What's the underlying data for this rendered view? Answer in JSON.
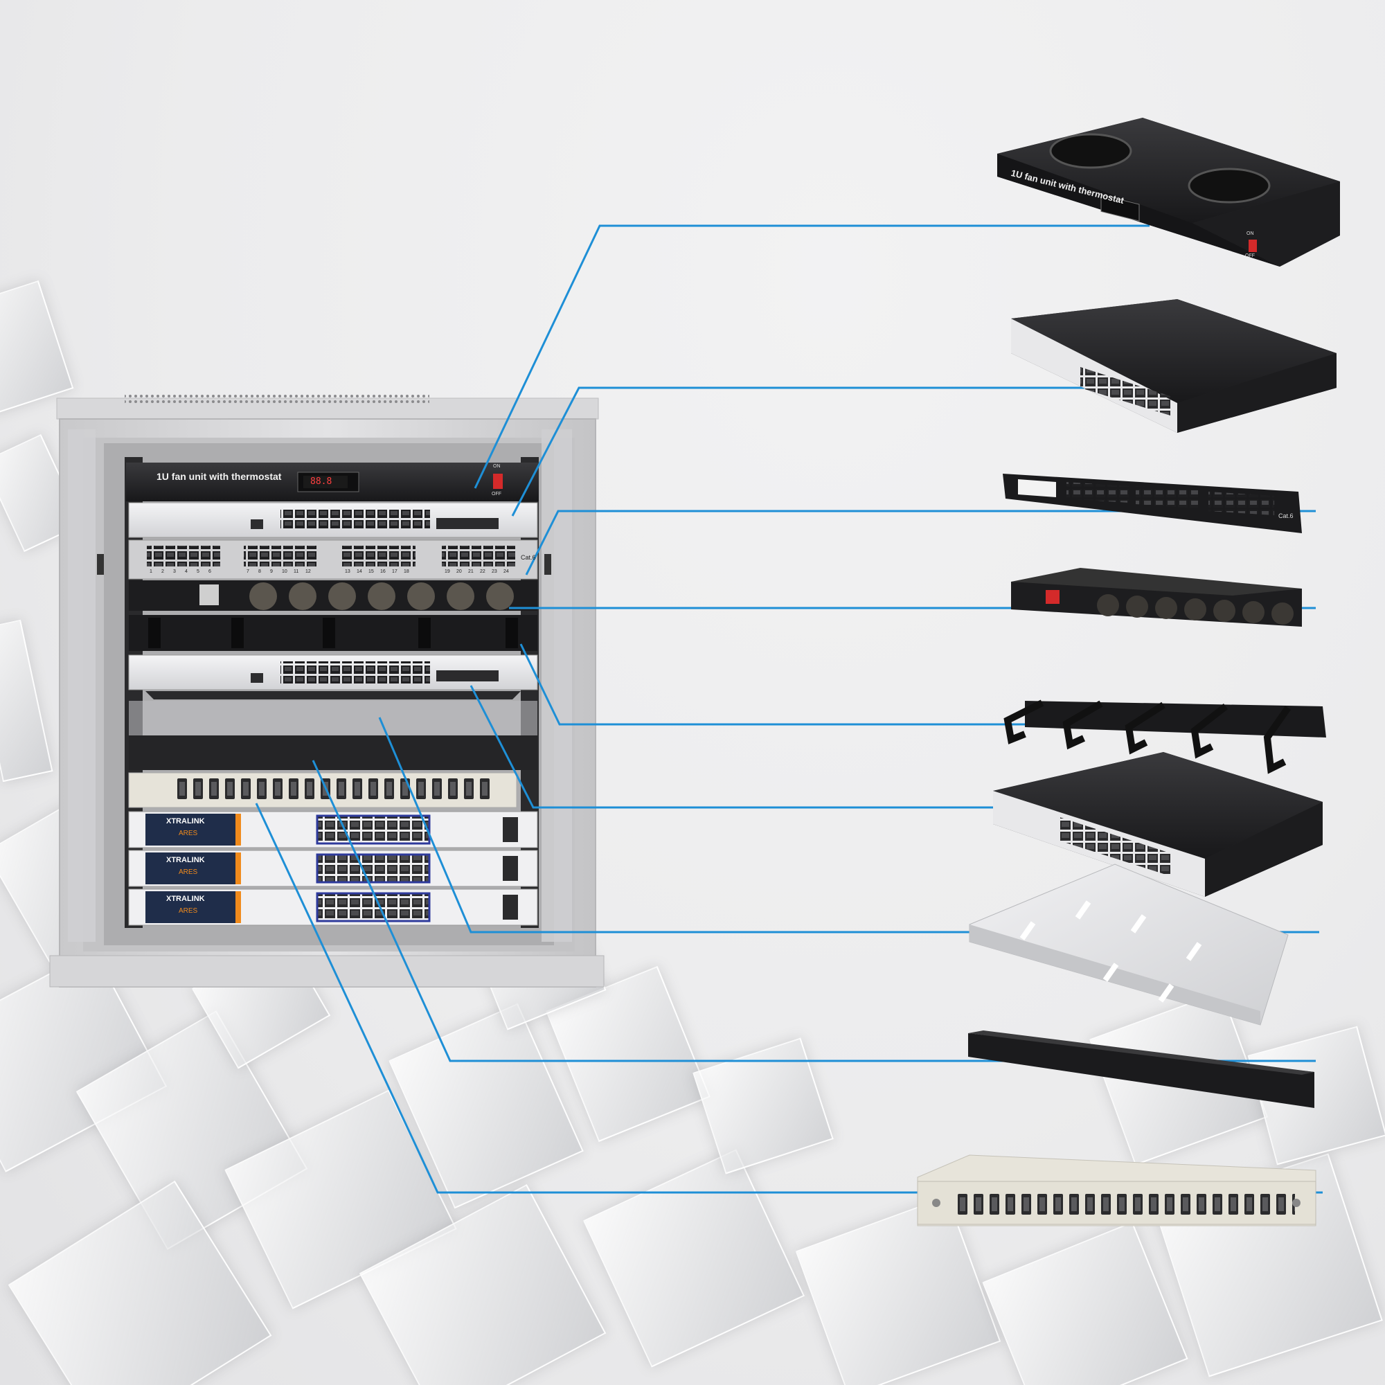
{
  "rack": {
    "fan_label": "1U fan unit with thermostat",
    "fan_display": "88.8",
    "switch_on": "ON",
    "switch_off": "OFF",
    "patch_cat": "Cat.6",
    "patch_port_numbers": [
      "1",
      "2",
      "3",
      "4",
      "5",
      "6",
      "7",
      "8",
      "9",
      "10",
      "11",
      "12",
      "13",
      "14",
      "15",
      "16",
      "17",
      "18",
      "19",
      "20",
      "21",
      "22",
      "23",
      "24"
    ],
    "poe_brand": "XTRALINK",
    "poe_model": "ARES"
  },
  "products": {
    "fan_unit_label": "1U fan unit with thermostat",
    "fan_on": "ON",
    "fan_off": "OFF",
    "patch_panel_cat": "Cat.6"
  },
  "colors": {
    "leader_line": "#1e8fd6",
    "device_black": "#1c1c1e",
    "rack_frame": "#d9d9d9",
    "poe_accent": "#f08a1c"
  }
}
